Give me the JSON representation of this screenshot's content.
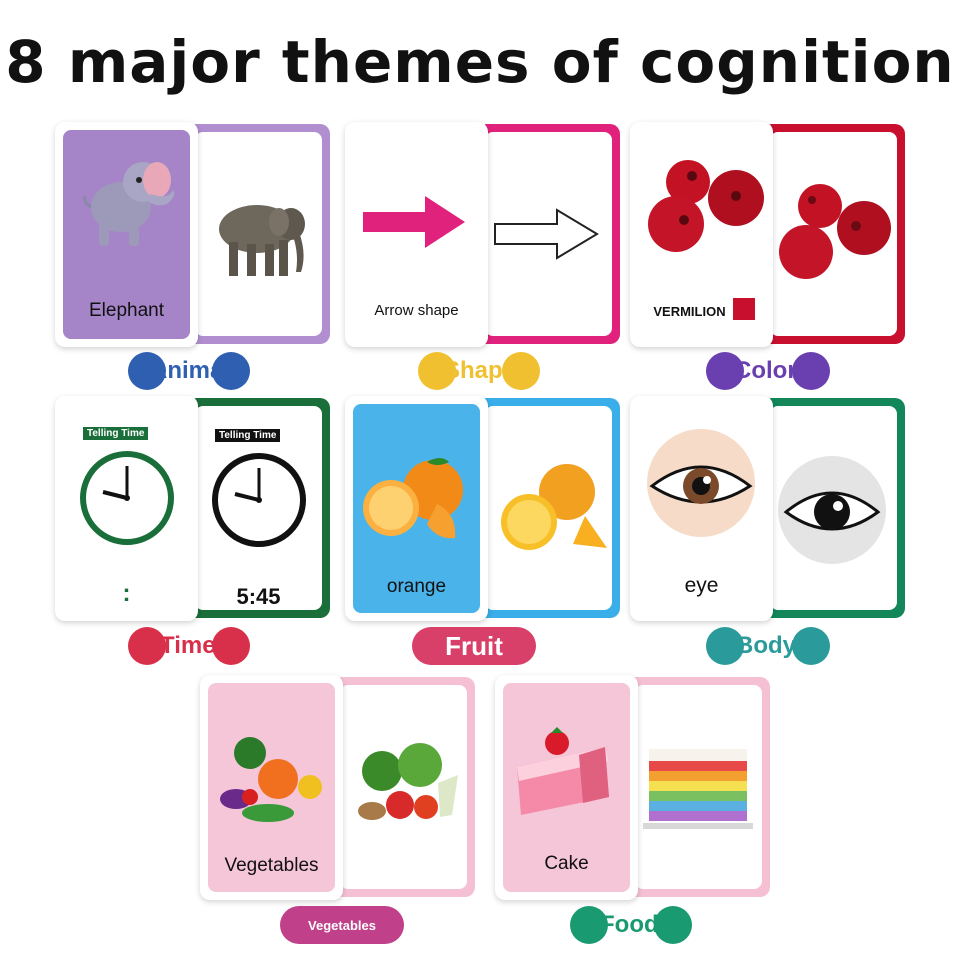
{
  "title": "8 major themes of cognition",
  "cards": {
    "animal": {
      "front_label": "Elephant",
      "theme": "Animal",
      "color": "#b08ed0",
      "front_bg": "#a585c8",
      "dot": "#2f5fb0"
    },
    "shape": {
      "front_label": "Arrow shape",
      "theme": "Shape",
      "color": "#e0227c",
      "dot": "#f0c030"
    },
    "color": {
      "front_label": "VERMILION",
      "theme": "Color",
      "color": "#c8102e",
      "dot": "#6a3fb0"
    },
    "time": {
      "back_label": "Telling Time",
      "front_label": ":",
      "back_time": "5:45",
      "theme": "Time",
      "color": "#1a6e3a",
      "dot": "#d8304a"
    },
    "fruit": {
      "front_label": "orange",
      "theme": "Fruit",
      "color": "#3aaee8",
      "front_bg": "#4ab4ea",
      "pill": "#d8406a"
    },
    "body": {
      "front_label": "eye",
      "theme": "Body",
      "color": "#13865a",
      "dot": "#2a9a9a"
    },
    "vegetables": {
      "front_label": "Vegetables",
      "theme": "Vegetables",
      "color": "#f5c0d4",
      "front_bg": "#f5c6d8",
      "pill": "#c0408a"
    },
    "food": {
      "front_label": "Cake",
      "theme": "Food",
      "color": "#f5c0d4",
      "front_bg": "#f5c6d8",
      "dot": "#1a9a70"
    }
  }
}
